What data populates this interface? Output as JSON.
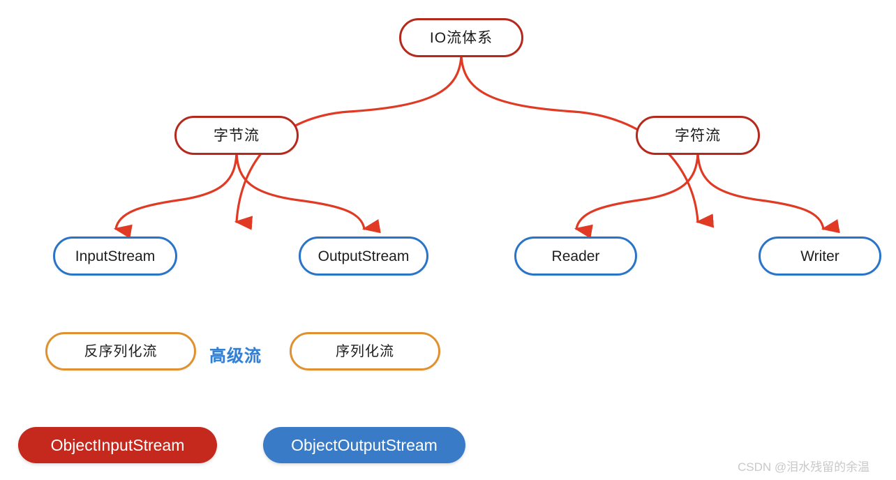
{
  "diagram": {
    "title": "IO流体系",
    "watermark": "CSDN @泪水残留的余温",
    "colors": {
      "red_outline": "#b5291d",
      "blue_outline": "#2a74c8",
      "orange_outline": "#e0912f",
      "solid_red": "#c5281c",
      "solid_blue": "#3a7bc8",
      "edge": "#e03a24",
      "caption_blue": "#3180d6",
      "watermark": "#c9c9c9",
      "background": "#ffffff"
    },
    "nodes": {
      "root": {
        "label": "IO流体系"
      },
      "byte_stream": {
        "label": "字节流"
      },
      "char_stream": {
        "label": "字符流"
      },
      "input_stream": {
        "label": "InputStream"
      },
      "output_stream": {
        "label": "OutputStream"
      },
      "reader": {
        "label": "Reader"
      },
      "writer": {
        "label": "Writer"
      },
      "deserialize_stream": {
        "label": "反序列化流"
      },
      "serialize_stream": {
        "label": "序列化流"
      },
      "advanced_stream_caption": {
        "label": "高级流"
      },
      "object_input_stream": {
        "label": "ObjectInputStream"
      },
      "object_output_stream": {
        "label": "ObjectOutputStream"
      }
    },
    "edges": [
      {
        "from": "IO流体系",
        "to": "字节流"
      },
      {
        "from": "IO流体系",
        "to": "字符流"
      },
      {
        "from": "字节流",
        "to": "InputStream"
      },
      {
        "from": "字节流",
        "to": "OutputStream"
      },
      {
        "from": "字符流",
        "to": "Reader"
      },
      {
        "from": "字符流",
        "to": "Writer"
      }
    ]
  }
}
